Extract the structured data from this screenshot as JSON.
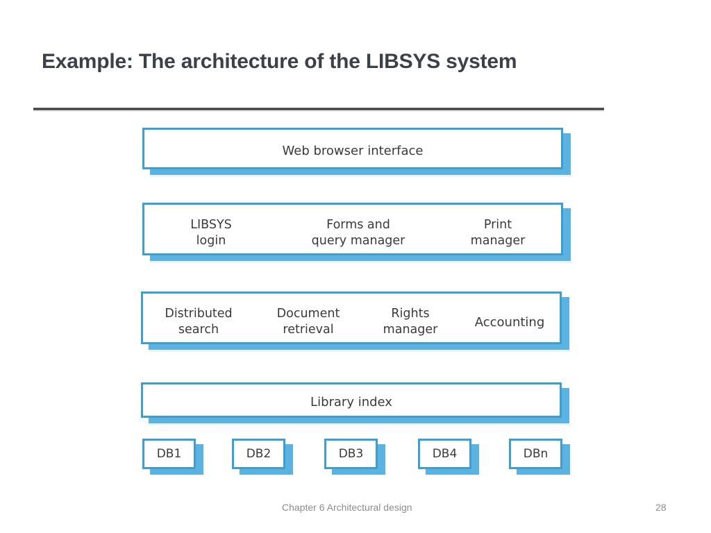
{
  "slide": {
    "title": "Example: The architecture of the LIBSYS system",
    "footer_note": "Chapter 6 Architectural design",
    "page_number": "28"
  },
  "colors": {
    "box_border": "#3c9fd4",
    "box_shadow": "#5cb3e0",
    "box_face": "#ffffff",
    "title_text": "#3b4049",
    "body_text": "#3a3a3a",
    "footer_text": "#8d8d8d",
    "rule": "#3b3b3b"
  },
  "diagram": {
    "type": "layered-architecture",
    "layers": [
      {
        "name": "web-browser-interface",
        "cells": [
          {
            "label": "Web browser interface"
          }
        ]
      },
      {
        "name": "application-services",
        "cells": [
          {
            "label": "LIBSYS\nlogin"
          },
          {
            "label": "Forms and\nquery manager"
          },
          {
            "label": "Print\nmanager"
          }
        ]
      },
      {
        "name": "core-services",
        "cells": [
          {
            "label": "Distributed\nsearch"
          },
          {
            "label": "Document\nretrieval"
          },
          {
            "label": "Rights\nmanager"
          },
          {
            "label": "Accounting"
          }
        ]
      },
      {
        "name": "library-index",
        "cells": [
          {
            "label": "Library index"
          }
        ]
      }
    ],
    "databases": [
      {
        "label": "DB1"
      },
      {
        "label": "DB2"
      },
      {
        "label": "DB3"
      },
      {
        "label": "DB4"
      },
      {
        "label": "DBn"
      }
    ]
  }
}
